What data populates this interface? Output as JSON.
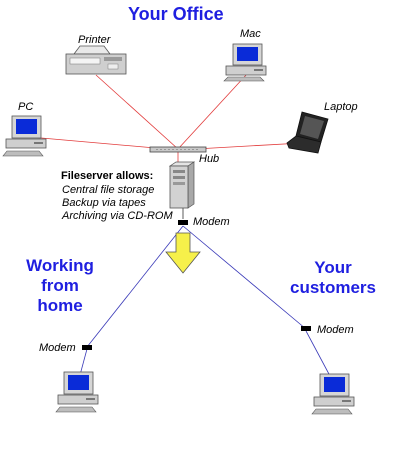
{
  "title": "Your Office",
  "labels": {
    "printer": "Printer",
    "mac": "Mac",
    "pc": "PC",
    "laptop": "Laptop",
    "hub": "Hub",
    "modem_office": "Modem",
    "modem_home": "Modem",
    "modem_customers": "Modem"
  },
  "fileserver": {
    "heading": "Fileserver allows:",
    "items": [
      "Central file storage",
      "Backup via tapes",
      "Archiving via CD-ROM"
    ]
  },
  "working_from_home": [
    "Working",
    "from",
    "home"
  ],
  "your_customers": [
    "Your",
    "customers"
  ],
  "colors": {
    "title": "#1f1fe0",
    "office_links": "#e23b3b",
    "remote_links": "#3a3ab8",
    "arrow": "#f6f04a"
  }
}
